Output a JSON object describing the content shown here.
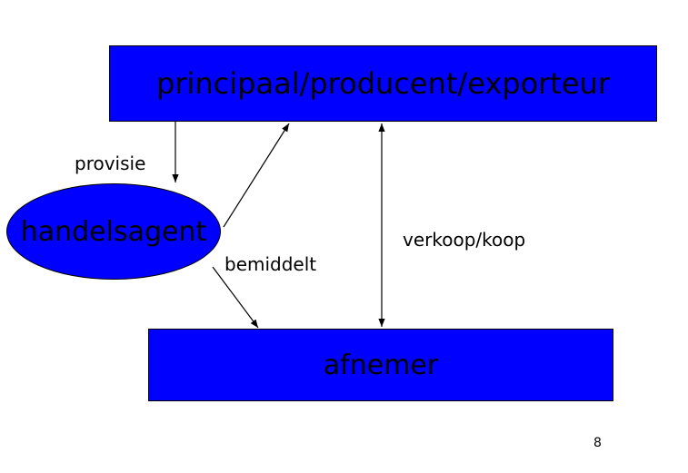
{
  "nodes": {
    "principal": "principaal/producent/exporteur",
    "agent": "handelsagent",
    "buyer": "afnemer"
  },
  "edge_labels": {
    "commission": "provisie",
    "mediates": "bemiddelt",
    "sale": "verkoop/koop"
  },
  "page_number": "8",
  "colors": {
    "node_fill": "#0000ff",
    "text": "#000000",
    "background": "#ffffff"
  }
}
